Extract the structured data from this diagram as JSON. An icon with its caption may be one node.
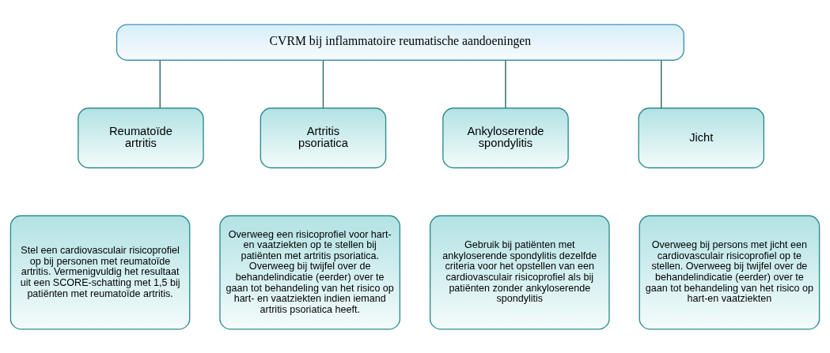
{
  "diagram": {
    "nodes": [
      {
        "text": [
          "CVRM bij inflammatoire reumatische aandoeningen"
        ]
      },
      {
        "text": [
          "Reumatoïde artritis"
        ]
      },
      {
        "text": [
          "Artritis psoriatica"
        ]
      },
      {
        "text": [
          "Ankyloserende spondylitis"
        ]
      },
      {
        "text": [
          "Jicht"
        ]
      },
      {
        "text": [
          "Stel een cardiovasculair risicoprofiel op bij personen met reumatoïde artritis. Vermenigvuldig het resultaat uit een SCORE-schatting met 1,5 bij patiënten met reumatoïde artritis."
        ]
      },
      {
        "text": [
          "Overweeg een risicoprofiel voor hart- en vaatziekten op te stellen bij patiënten met artritis psoriatica. Overweeg bij twijfel over de behandelindicatie (eerder) over te gaan tot behandeling van het risico op hart- en vaatziekten indien iemand artritis psoriatica heeft."
        ]
      },
      {
        "text": [
          "Gebruik bij patiënten met ankyloserende spondylitis dezelfde criteria voor het opstellen van een cardiovasculair risicoprofiel als bij patiënten zonder ankyloserende spondylitis"
        ]
      },
      {
        "text": [
          "Overweeg bij persons met jicht een cardiovasculair risicoprofiel op te stellen. Overweeg bij twijfel over de behandelindicatie (eerder) over te gaan tot behandeling van het risico op hart-en vaatziekten"
        ]
      }
    ],
    "edges": [
      {
        "from": 0,
        "to": 1,
        "arrow": "none"
      },
      {
        "from": 0,
        "to": 2,
        "arrow": "none"
      },
      {
        "from": 0,
        "to": 3,
        "arrow": "none"
      },
      {
        "from": 0,
        "to": 4,
        "arrow": "none"
      }
    ]
  }
}
